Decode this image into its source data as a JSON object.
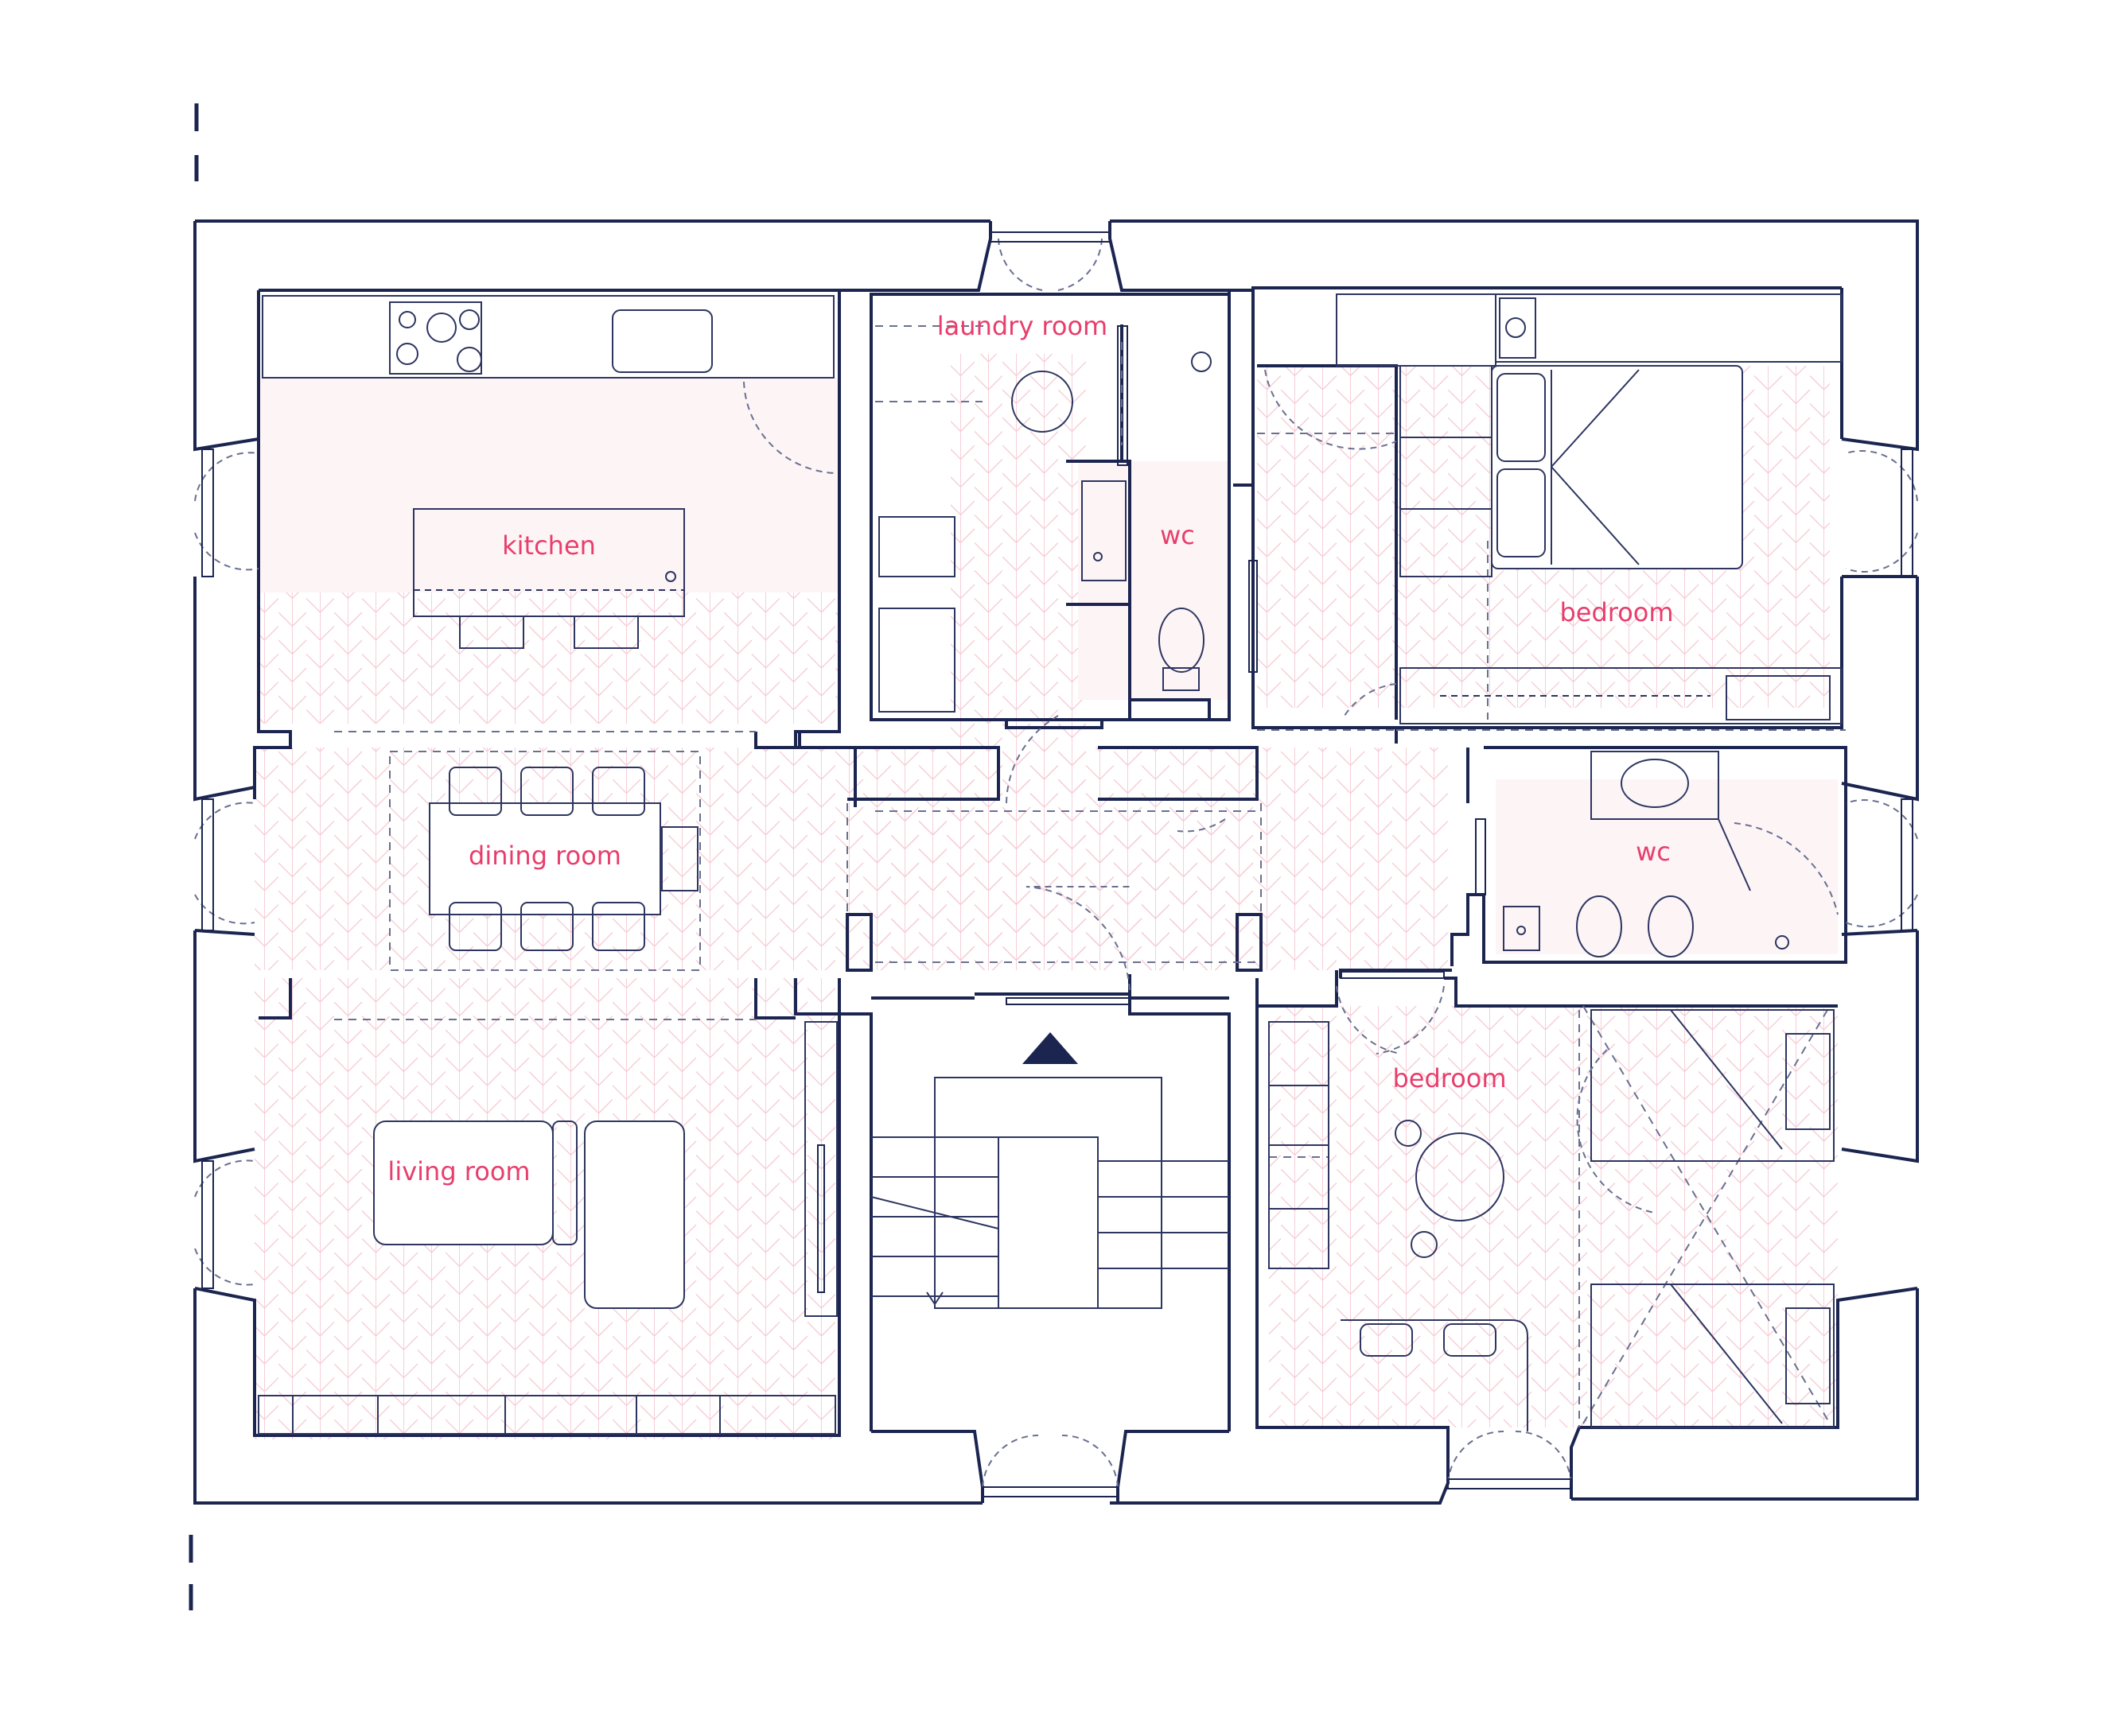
{
  "plan": {
    "rooms": {
      "kitchen": "kitchen",
      "laundry": "laundry room",
      "wc_upper": "wc",
      "bedroom_upper": "bedroom",
      "dining": "dining room",
      "wc_right": "wc",
      "living": "living room",
      "bedroom_lower": "bedroom"
    },
    "colors": {
      "wall": "#1b2550",
      "label": "#e83e6c",
      "floor_fill": "#fdf4f6",
      "herringbone": "#f6cfd8",
      "fixture": "#2d3560",
      "dashed": "#6a7090"
    },
    "icons": {
      "entrance": "entrance-arrow-icon"
    }
  }
}
